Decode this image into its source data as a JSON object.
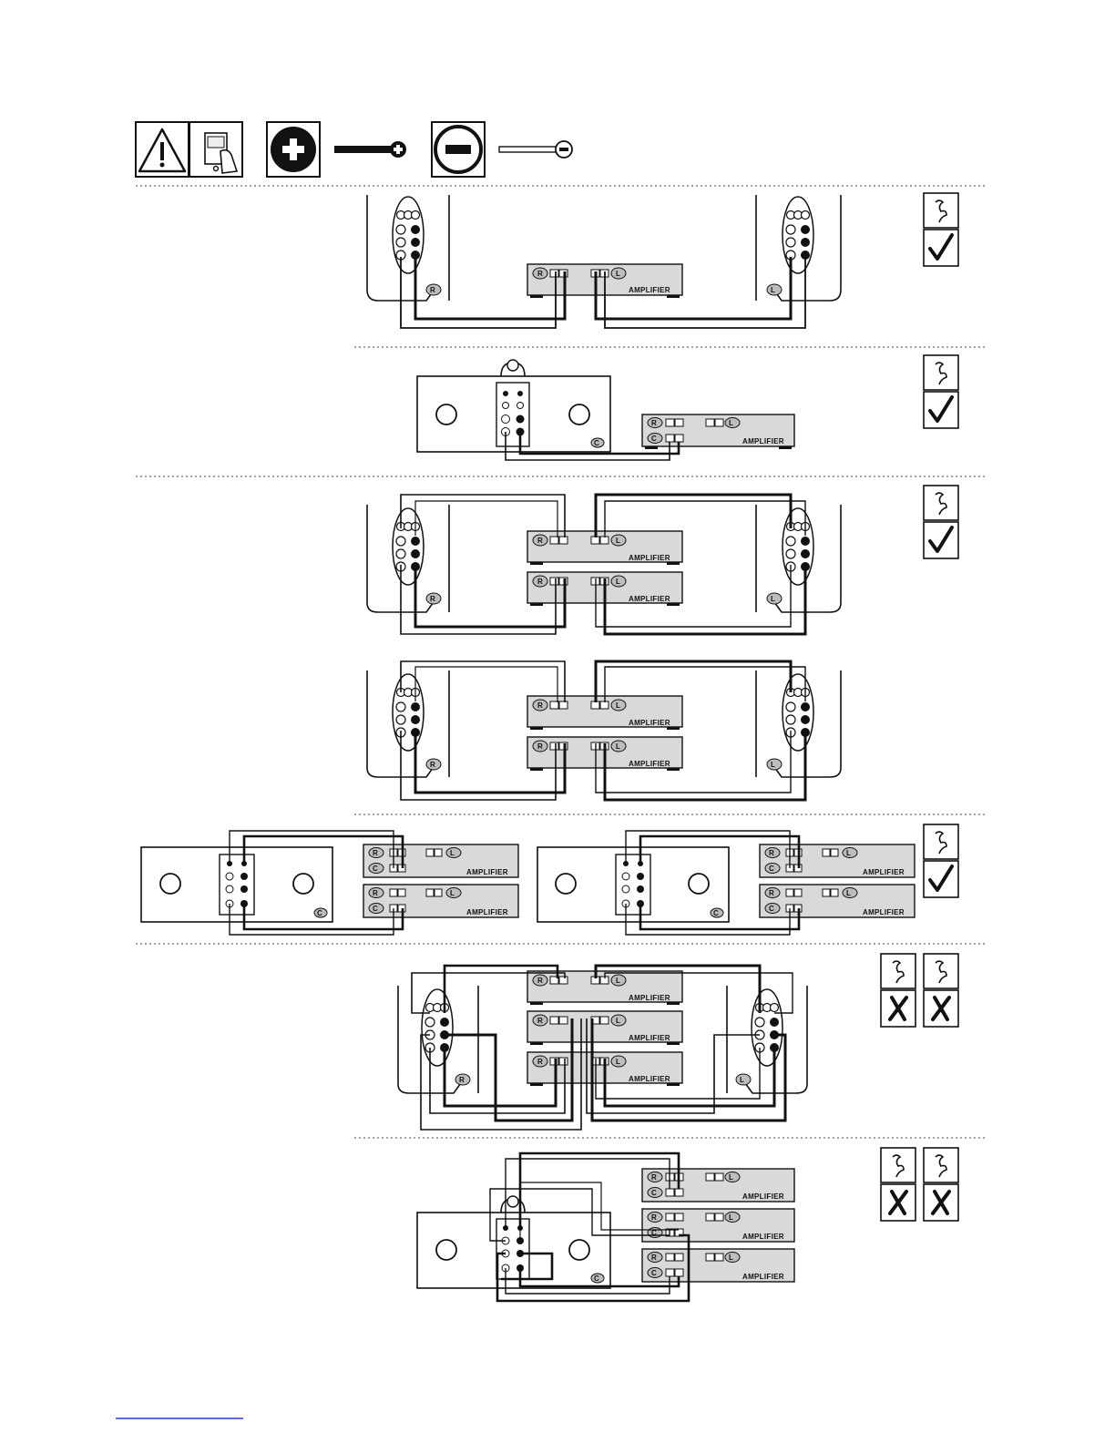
{
  "labels": {
    "amplifier": "AMPLIFIER",
    "right": "R",
    "left": "L",
    "center": "C"
  },
  "icons": {
    "warning": "warning-triangle-icon",
    "power_switch": "power-switch-icon",
    "positive": "positive-terminal-icon",
    "negative": "negative-terminal-icon",
    "cable": "speaker-cable-icon",
    "check": "check-mark-icon",
    "cross": "cross-mark-icon"
  },
  "verdicts": {
    "stereo_single": "correct",
    "center_single": "correct",
    "stereo_biamp": "correct",
    "center_biamp": "correct",
    "stereo_triamp": "incorrect",
    "center_triamp": "incorrect"
  },
  "colors": {
    "ink": "#111111",
    "amp_fill": "#d9d9d9",
    "badge_fill": "#bdbdbd",
    "footer_link": "#2a3fd0"
  }
}
